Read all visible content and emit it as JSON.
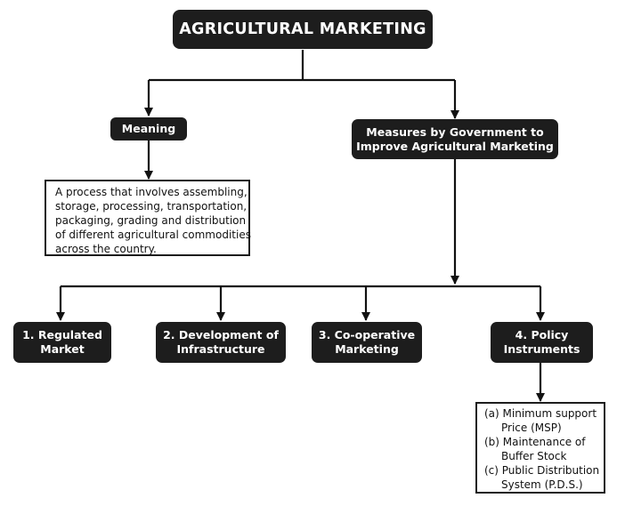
{
  "diagram": {
    "root": {
      "label": "AGRICULTURAL MARKETING"
    },
    "meaning": {
      "label": "Meaning",
      "description_lines": [
        "A process that involves assembling,",
        "storage, processing, transportation,",
        "packaging, grading and distribution",
        "of different agricultural commodities",
        "across the country."
      ]
    },
    "measures": {
      "label_lines": [
        "Measures by Government to",
        "Improve Agricultural Marketing"
      ]
    },
    "items": [
      {
        "label_lines": [
          "1. Regulated",
          "Market"
        ]
      },
      {
        "label_lines": [
          "2. Development of",
          "Infrastructure"
        ]
      },
      {
        "label_lines": [
          "3. Co-operative",
          "Marketing"
        ]
      },
      {
        "label_lines": [
          "4. Policy",
          "Instruments"
        ]
      }
    ],
    "policy_list": [
      "(a) Minimum support",
      "Price (MSP)",
      "(b) Maintenance of",
      "Buffer Stock",
      "(c) Public Distribution",
      "System (P.D.S.)"
    ]
  },
  "colors": {
    "node_fill": "#1d1d1d",
    "node_text": "#ffffff",
    "line": "#111111",
    "box_border": "#1d1d1d"
  }
}
